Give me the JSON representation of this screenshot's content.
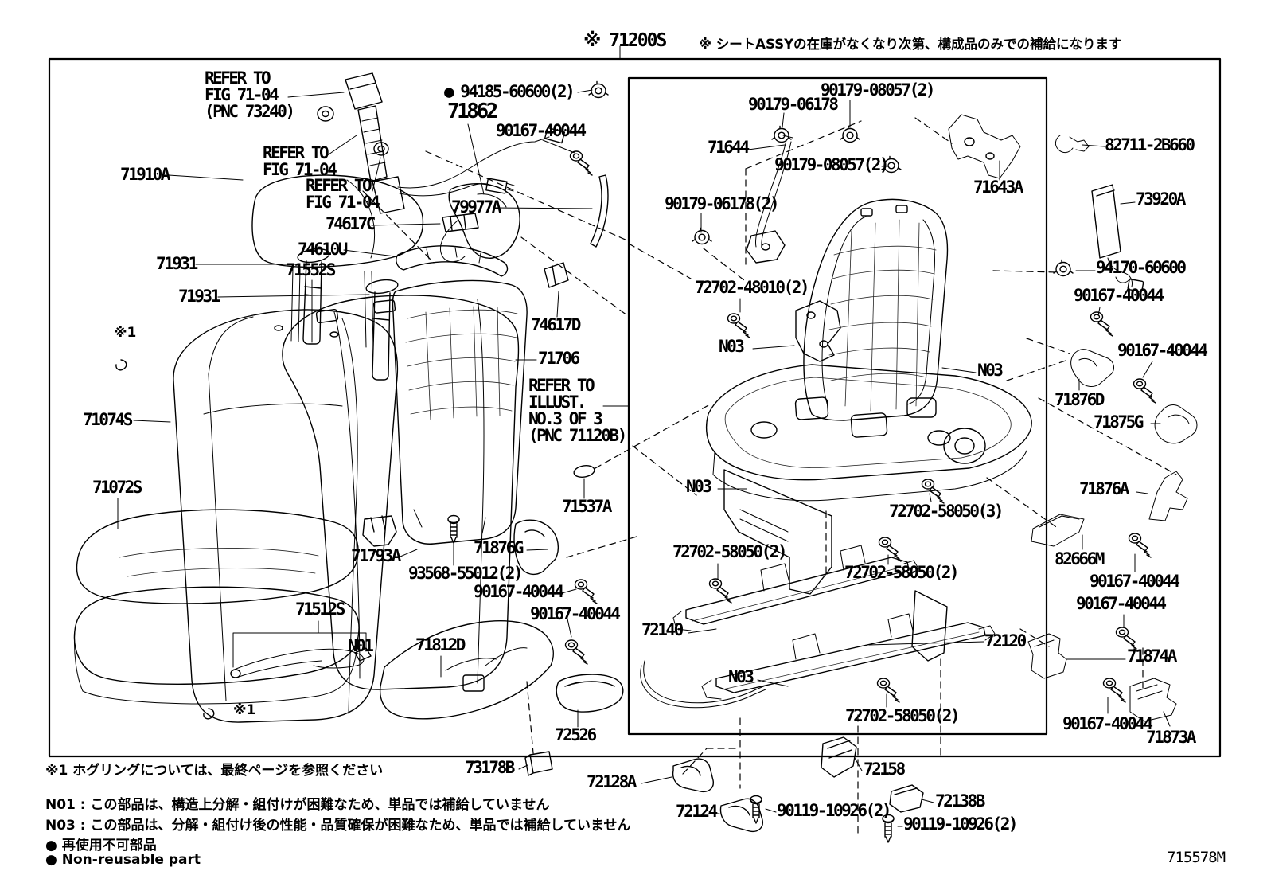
{
  "header": {
    "assembly_ref": "※ 71200S",
    "supply_note": "※ シートASSYの在庫がなくなり次第、構成品のみでの補給になります"
  },
  "diagram": {
    "part_labels": [
      "REFER TO\nFIG 71-04\n(PNC 73240)",
      "● 94185-60600(2)",
      "71862",
      "90167-40044",
      "REFER TO\nFIG 71-04",
      "71910A",
      "REFER TO\nFIG 71-04",
      "79977A",
      "74617C",
      "74610U",
      "71931",
      "71552S",
      "71931",
      "※1",
      "74617D",
      "71706",
      "REFER TO\nILLUST.\nNO.3 OF 3\n(PNC 71120B)",
      "71074S",
      "71072S",
      "71537A",
      "71793A",
      "71876G",
      "93568-55012(2)",
      "90167-40044",
      "90167-40044",
      "71512S",
      "N01",
      "71812D",
      "※1",
      "72526",
      "73178B",
      "72128A",
      "90179-08057(2)",
      "90179-06178",
      "71644",
      "90179-08057(2)",
      "90179-06178(2)",
      "72702-48010(2)",
      "N03",
      "N03",
      "N03",
      "72702-58050(3)",
      "72702-58050(2)",
      "72702-58050(2)",
      "72140",
      "72120",
      "N03",
      "72702-58050(2)",
      "82711-2B660",
      "71643A",
      "73920A",
      "94170-60600",
      "90167-40044",
      "90167-40044",
      "71876D",
      "71875G",
      "71876A",
      "82666M",
      "90167-40044",
      "90167-40044",
      "71874A",
      "90167-40044",
      "71873A",
      "72158",
      "72138B",
      "90119-10926(2)",
      "72124",
      "90119-10926(2)"
    ]
  },
  "footnotes": {
    "hog_ring": "※1 ホグリングについては、最終ページを参照ください",
    "n01": "N01 : この部品は、構造上分解・組付けが困難なため、単品では補給していません",
    "n03": "N03 : この部品は、分解・組付け後の性能・品質確保が困難なため、単品では補給していません",
    "reuse_jp": "● 再使用不可部品",
    "reuse_en": "● Non-reusable part"
  },
  "footer": {
    "figure_code": "715578M"
  }
}
